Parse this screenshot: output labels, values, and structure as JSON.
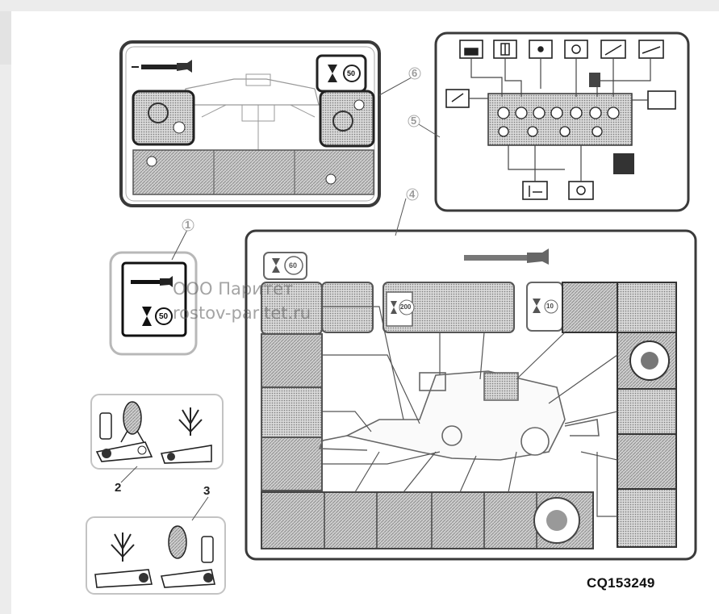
{
  "document_id": "CQ153249",
  "watermark": {
    "line1": "ООО Паритет",
    "line2": "rostov-paritet.ru"
  },
  "callouts": {
    "c1": "1",
    "c2": "2",
    "c3": "3",
    "c4": "4",
    "c5": "5",
    "c6": "6"
  },
  "interval_tags": {
    "t50a": "50",
    "t50b": "50",
    "t60": "60",
    "t200": "200",
    "t10": "10"
  },
  "icons": [
    "grease-gun-icon",
    "hourglass-icon",
    "wrench-icon",
    "corn-cob-icon",
    "wheat-icon",
    "hydraulic-valve-icon"
  ],
  "colors": {
    "frame": "#3a3a3a",
    "panel_dark": "#4a4a4a",
    "panel_mid": "#8a8a8a",
    "paper": "#ffffff"
  }
}
